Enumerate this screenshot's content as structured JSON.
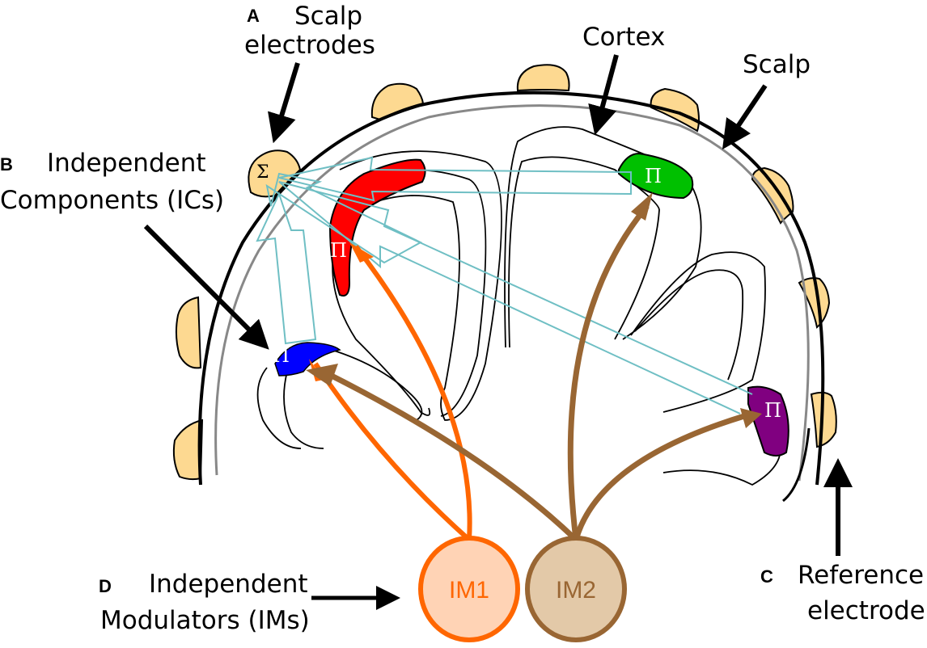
{
  "labels": {
    "a_letter": "A",
    "a_line1": "Scalp",
    "a_line2": "electrodes",
    "b_letter": "B",
    "b_line1": "Independent",
    "b_line2": "Components (ICs)",
    "c_letter": "C",
    "c_line1": "Reference",
    "c_line2": "electrode",
    "d_letter": "D",
    "d_line1": "Independent",
    "d_line2": "Modulators (IMs)",
    "cortex": "Cortex",
    "scalp": "Scalp"
  },
  "symbols": {
    "sum": "Σ",
    "product": "Π"
  },
  "components": [
    {
      "name": "ic-blue",
      "color": "#0000ff"
    },
    {
      "name": "ic-red",
      "color": "#ff0000"
    },
    {
      "name": "ic-green",
      "color": "#00c000"
    },
    {
      "name": "ic-purple",
      "color": "#800080"
    }
  ],
  "modulators": [
    {
      "label": "IM1",
      "stroke": "#ff6600",
      "fill": "#ffd3b5",
      "text": "#ff6600"
    },
    {
      "label": "IM2",
      "stroke": "#996633",
      "fill": "#e3c9a8",
      "text": "#996633"
    }
  ],
  "colors": {
    "electrode": "#fdd991",
    "projection": "#6fbfc4",
    "scalp_line": "#000000",
    "skull_line": "#888888"
  }
}
